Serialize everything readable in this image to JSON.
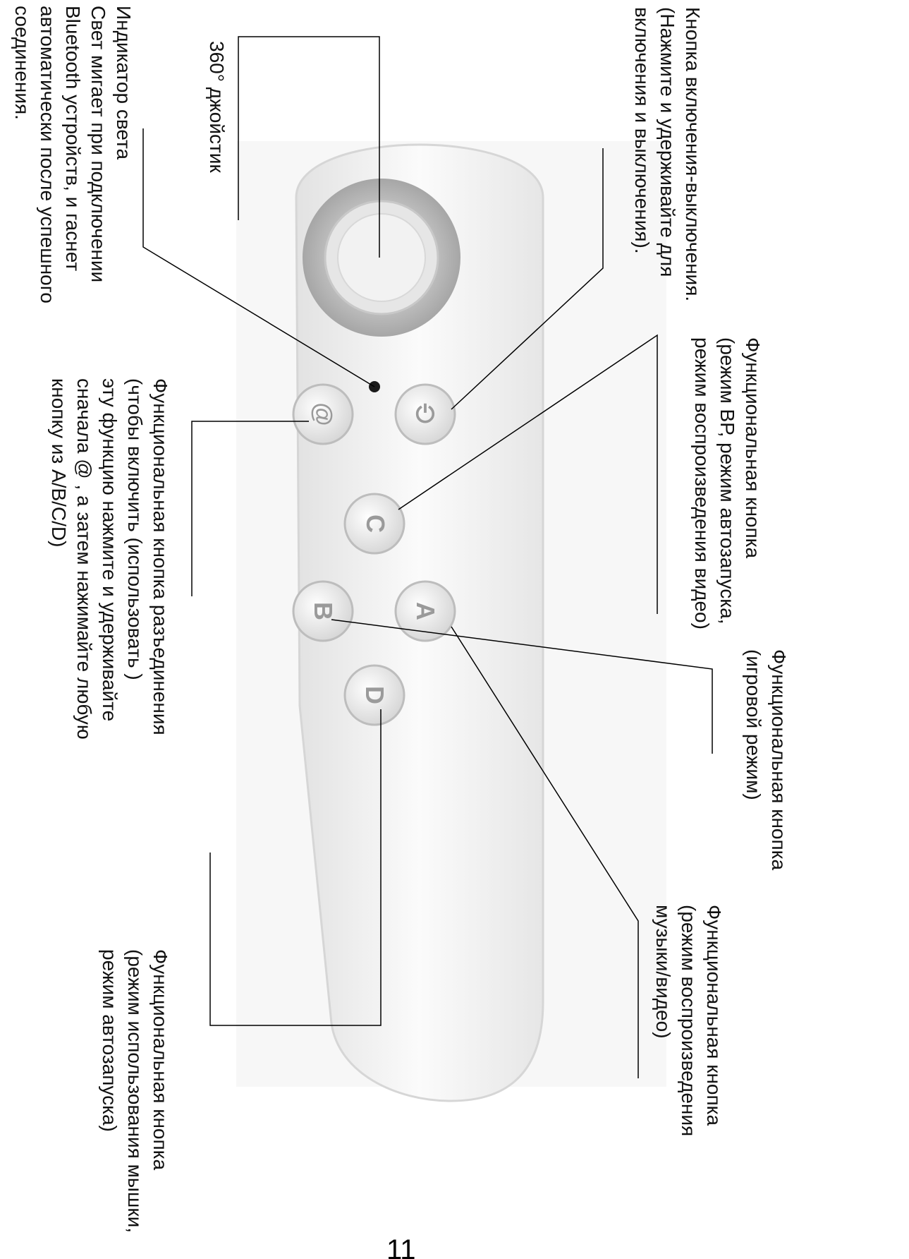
{
  "remote": {
    "buttons": {
      "power": {
        "glyph": "⏻"
      },
      "at": {
        "glyph": "@"
      },
      "c": {
        "glyph": "C"
      },
      "a": {
        "glyph": "A"
      },
      "b": {
        "glyph": "B"
      },
      "d": {
        "glyph": "D"
      }
    }
  },
  "labels": {
    "power": {
      "lines": [
        "Кнопка включения-выключения.",
        "(Нажмите и удерживайте для",
        "включения и выключения)."
      ]
    },
    "joystick": {
      "lines": [
        "360° джойстик"
      ]
    },
    "indicator": {
      "lines": [
        "Индикатор света",
        "Свет мигает при подключении",
        "Bluetooth устройств, и гаснет",
        "автоматически после успешного",
        "соединения."
      ]
    },
    "func_c": {
      "lines": [
        "Функциональная кнопка",
        "(режим ВР, режим автозапуска,",
        "режим воспроизведения видео)"
      ]
    },
    "disconnect": {
      "lines": [
        "Функциональная кнопка разъединения",
        "(чтобы включить (использовать )",
        "эту функцию нажмите и удерживайте",
        "сначала @ , а затем нажимайте любую",
        "кнопку из A/B/C/D)"
      ]
    },
    "func_b": {
      "lines": [
        "Функциональная кнопка",
        "(игровой режим)"
      ]
    },
    "func_a": {
      "lines": [
        "Функциональная кнопка",
        "(режим воспроизведения",
        "музыки/видео)"
      ]
    },
    "func_d": {
      "lines": [
        "Функциональная кнопка",
        "(режим использования мышки,",
        "режим автозапуска)"
      ]
    }
  },
  "page_number": "11",
  "colors": {
    "body": "#f4f4f4",
    "outline": "#dcdcdc",
    "joystick_ring": "#b4b4b4",
    "line": "#000000"
  }
}
